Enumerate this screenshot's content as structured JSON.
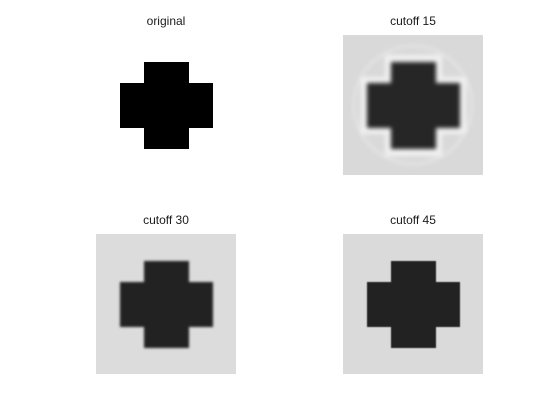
{
  "panels": [
    {
      "title": "original"
    },
    {
      "title": "cutoff 15"
    },
    {
      "title": "cutoff 30"
    },
    {
      "title": "cutoff 45"
    }
  ]
}
